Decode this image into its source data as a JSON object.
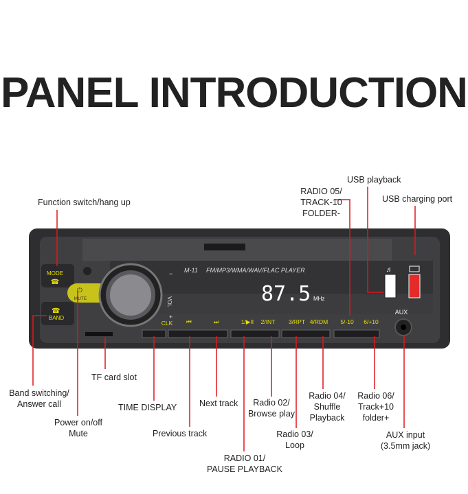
{
  "title": "PANEL INTRODUCTION",
  "colors": {
    "callout": "#e0161b",
    "panel": "#3b3b3d",
    "lcd_text": "#ffffff",
    "button_text": "#e8e000",
    "mute_button": "#c8c31a"
  },
  "panel": {
    "model": "M-11",
    "format_text": "FM/MP3/WMA/WAV/FLAC  PLAYER",
    "frequency": "87.5",
    "unit": "MHz",
    "buttons": {
      "mode": "MODE",
      "band": "BAND",
      "mute": "MUTE",
      "clk": "CLK",
      "prev": "⏮",
      "next": "⏭",
      "b1": "1/▶II",
      "b2": "2/INT",
      "b3": "3/RPT",
      "b4": "4/RDM",
      "b5": "5/-10",
      "b6": "6/+10",
      "aux": "AUX",
      "vol": "VOL",
      "vol_minus": "−",
      "vol_plus": "+"
    },
    "icons": [
      "music-note-icon",
      "charging-icon",
      "phone-icon",
      "power-icon"
    ]
  },
  "callouts": {
    "function_switch": [
      "Function switch/hang up"
    ],
    "usb_playback": [
      "USB playback"
    ],
    "usb_charging": [
      "USB charging port"
    ],
    "radio05": [
      "RADIO 05/",
      "TRACK-10",
      "FOLDER-"
    ],
    "band": [
      "Band switching/",
      "Answer call"
    ],
    "tf": [
      "TF card slot"
    ],
    "power": [
      "Power on/off",
      "Mute"
    ],
    "time": [
      "TIME DISPLAY"
    ],
    "prev": [
      "Previous track"
    ],
    "next": [
      "Next track"
    ],
    "radio01": [
      "RADIO 01/",
      "PAUSE PLAYBACK"
    ],
    "radio02": [
      "Radio 02/",
      "Browse play"
    ],
    "radio03": [
      "Radio 03/",
      "Loop"
    ],
    "radio04": [
      "Radio 04/",
      "Shuffle",
      "Playback"
    ],
    "radio06": [
      "Radio 06/",
      "Track+10",
      "folder+"
    ],
    "aux": [
      "AUX input",
      "(3.5mm jack)"
    ]
  }
}
